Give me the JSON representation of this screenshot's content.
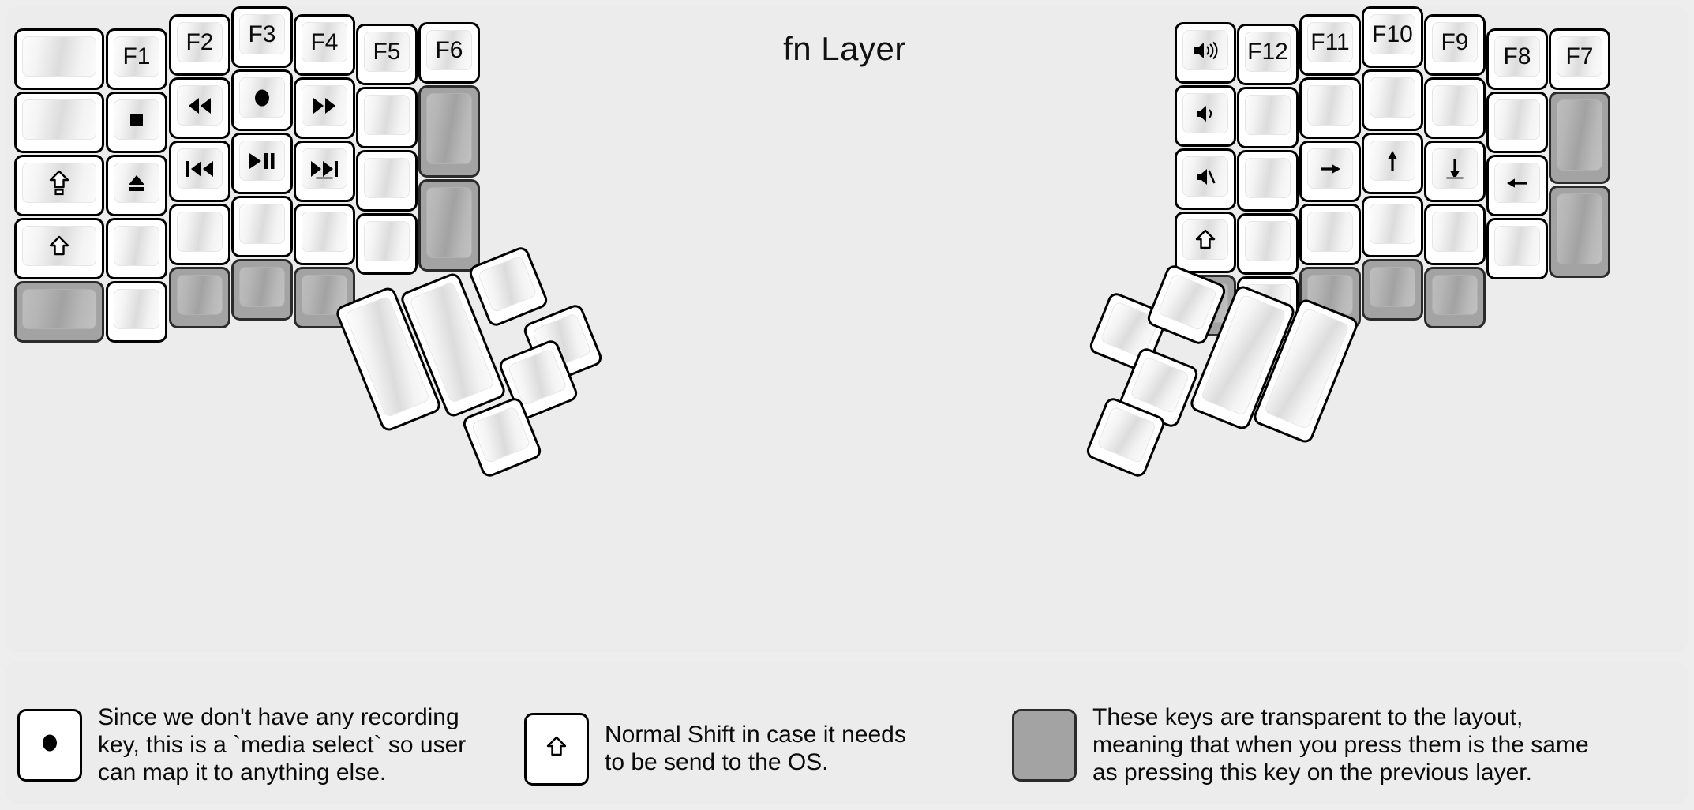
{
  "title": "fn Layer",
  "colors": {
    "background": "#eeeeee",
    "panel": "#ececec",
    "key_face": "#ffffff",
    "key_outline": "#000000",
    "transparent_key": "#a3a3a3",
    "label": "#0b0b0b"
  },
  "left_half": {
    "columns": [
      {
        "name": "col-pinky-outer",
        "keys": [
          {
            "label": "",
            "icon": "",
            "type": "normal"
          },
          {
            "label": "",
            "icon": "",
            "type": "normal"
          },
          {
            "label": "",
            "icon": "caps-lock-icon",
            "type": "normal"
          },
          {
            "label": "",
            "icon": "shift-icon",
            "type": "normal"
          },
          {
            "label": "",
            "icon": "",
            "type": "transparent"
          }
        ]
      },
      {
        "name": "col-pinky",
        "keys": [
          {
            "label": "F1",
            "icon": "",
            "type": "normal"
          },
          {
            "label": "",
            "icon": "media-stop-icon",
            "type": "normal"
          },
          {
            "label": "",
            "icon": "eject-icon",
            "type": "normal"
          },
          {
            "label": "",
            "icon": "",
            "type": "normal"
          },
          {
            "label": "",
            "icon": "",
            "type": "normal"
          }
        ]
      },
      {
        "name": "col-ring",
        "keys": [
          {
            "label": "F2",
            "icon": "",
            "type": "normal"
          },
          {
            "label": "",
            "icon": "rewind-icon",
            "type": "normal"
          },
          {
            "label": "",
            "icon": "previous-track-icon",
            "type": "normal"
          },
          {
            "label": "",
            "icon": "",
            "type": "normal"
          },
          {
            "label": "",
            "icon": "",
            "type": "transparent"
          }
        ]
      },
      {
        "name": "col-middle",
        "keys": [
          {
            "label": "F3",
            "icon": "",
            "type": "normal"
          },
          {
            "label": "",
            "icon": "record-icon",
            "type": "normal"
          },
          {
            "label": "",
            "icon": "play-pause-icon",
            "type": "normal"
          },
          {
            "label": "",
            "icon": "",
            "type": "normal"
          },
          {
            "label": "",
            "icon": "",
            "type": "transparent"
          }
        ]
      },
      {
        "name": "col-index",
        "keys": [
          {
            "label": "F4",
            "icon": "",
            "type": "normal"
          },
          {
            "label": "",
            "icon": "fast-forward-icon",
            "type": "normal"
          },
          {
            "label": "",
            "icon": "next-track-icon",
            "type": "normal",
            "homing": true
          },
          {
            "label": "",
            "icon": "",
            "type": "normal"
          },
          {
            "label": "",
            "icon": "",
            "type": "transparent"
          }
        ]
      },
      {
        "name": "col-inner",
        "keys": [
          {
            "label": "F5",
            "icon": "",
            "type": "normal"
          },
          {
            "label": "",
            "icon": "",
            "type": "normal"
          },
          {
            "label": "",
            "icon": "",
            "type": "normal"
          },
          {
            "label": "",
            "icon": "",
            "type": "normal"
          }
        ]
      },
      {
        "name": "col-innermost",
        "keys": [
          {
            "label": "F6",
            "icon": "",
            "type": "normal"
          },
          {
            "label": "",
            "icon": "",
            "type": "transparent",
            "tall": true
          },
          {
            "label": "",
            "icon": "",
            "type": "transparent",
            "tall": true
          }
        ]
      }
    ],
    "thumb_cluster": [
      {
        "name": "thumb-big-outer",
        "label": "",
        "icon": "",
        "type": "normal",
        "size": "tall"
      },
      {
        "name": "thumb-big-inner",
        "label": "",
        "icon": "",
        "type": "normal",
        "size": "tall"
      },
      {
        "name": "thumb-small-top-left",
        "label": "",
        "icon": "",
        "type": "normal",
        "size": "small"
      },
      {
        "name": "thumb-small-top-right",
        "label": "",
        "icon": "",
        "type": "normal",
        "size": "small"
      },
      {
        "name": "thumb-small-mid-right",
        "label": "",
        "icon": "",
        "type": "normal",
        "size": "small"
      },
      {
        "name": "thumb-small-bottom",
        "label": "",
        "icon": "",
        "type": "normal",
        "size": "small"
      }
    ]
  },
  "right_half": {
    "columns": [
      {
        "name": "col-innermost",
        "keys": [
          {
            "label": "F7",
            "icon": "",
            "type": "normal"
          },
          {
            "label": "",
            "icon": "",
            "type": "transparent",
            "tall": true
          },
          {
            "label": "",
            "icon": "",
            "type": "transparent",
            "tall": true
          }
        ]
      },
      {
        "name": "col-inner",
        "keys": [
          {
            "label": "F8",
            "icon": "",
            "type": "normal"
          },
          {
            "label": "",
            "icon": "",
            "type": "normal"
          },
          {
            "label": "",
            "icon": "arrow-left-icon",
            "type": "normal"
          },
          {
            "label": "",
            "icon": "",
            "type": "normal"
          }
        ]
      },
      {
        "name": "col-index",
        "keys": [
          {
            "label": "F9",
            "icon": "",
            "type": "normal"
          },
          {
            "label": "",
            "icon": "",
            "type": "normal"
          },
          {
            "label": "",
            "icon": "arrow-down-icon",
            "type": "normal",
            "homing": true
          },
          {
            "label": "",
            "icon": "",
            "type": "normal"
          },
          {
            "label": "",
            "icon": "",
            "type": "transparent"
          }
        ]
      },
      {
        "name": "col-middle",
        "keys": [
          {
            "label": "F10",
            "icon": "",
            "type": "normal"
          },
          {
            "label": "",
            "icon": "",
            "type": "normal"
          },
          {
            "label": "",
            "icon": "arrow-up-icon",
            "type": "normal"
          },
          {
            "label": "",
            "icon": "",
            "type": "normal"
          },
          {
            "label": "",
            "icon": "",
            "type": "transparent"
          }
        ]
      },
      {
        "name": "col-ring",
        "keys": [
          {
            "label": "F11",
            "icon": "",
            "type": "normal"
          },
          {
            "label": "",
            "icon": "",
            "type": "normal"
          },
          {
            "label": "",
            "icon": "arrow-right-icon",
            "type": "normal"
          },
          {
            "label": "",
            "icon": "",
            "type": "normal"
          },
          {
            "label": "",
            "icon": "",
            "type": "transparent"
          }
        ]
      },
      {
        "name": "col-pinky",
        "keys": [
          {
            "label": "F12",
            "icon": "",
            "type": "normal"
          },
          {
            "label": "",
            "icon": "",
            "type": "normal"
          },
          {
            "label": "",
            "icon": "",
            "type": "normal"
          },
          {
            "label": "",
            "icon": "",
            "type": "normal"
          },
          {
            "label": "",
            "icon": "",
            "type": "normal"
          }
        ]
      },
      {
        "name": "col-pinky-outer",
        "keys": [
          {
            "label": "",
            "icon": "volume-up-icon",
            "type": "normal"
          },
          {
            "label": "",
            "icon": "volume-down-icon",
            "type": "normal"
          },
          {
            "label": "",
            "icon": "volume-mute-icon",
            "type": "normal"
          },
          {
            "label": "",
            "icon": "shift-icon",
            "type": "normal"
          },
          {
            "label": "",
            "icon": "",
            "type": "transparent"
          }
        ]
      }
    ],
    "thumb_cluster": [
      {
        "name": "thumb-small-top-left",
        "label": "",
        "icon": "",
        "type": "normal",
        "size": "small"
      },
      {
        "name": "thumb-small-top-right",
        "label": "",
        "icon": "",
        "type": "normal",
        "size": "small"
      },
      {
        "name": "thumb-small-mid-left",
        "label": "",
        "icon": "",
        "type": "normal",
        "size": "small"
      },
      {
        "name": "thumb-small-bottom",
        "label": "",
        "icon": "",
        "type": "normal",
        "size": "small"
      },
      {
        "name": "thumb-big-inner",
        "label": "",
        "icon": "",
        "type": "normal",
        "size": "tall"
      },
      {
        "name": "thumb-big-outer",
        "label": "",
        "icon": "",
        "type": "normal",
        "size": "tall"
      }
    ]
  },
  "legend": [
    {
      "icon": "record-icon",
      "key_type": "normal",
      "text": "Since we don't have any recording\nkey, this is a `media select` so user\ncan map it to anything else."
    },
    {
      "icon": "shift-icon",
      "key_type": "normal",
      "text": "Normal Shift in case it needs\nto be send to the OS."
    },
    {
      "icon": "",
      "key_type": "transparent",
      "text": "These keys are transparent to the layout,\nmeaning that when you press them is the same\nas pressing this key on the previous layer."
    }
  ]
}
